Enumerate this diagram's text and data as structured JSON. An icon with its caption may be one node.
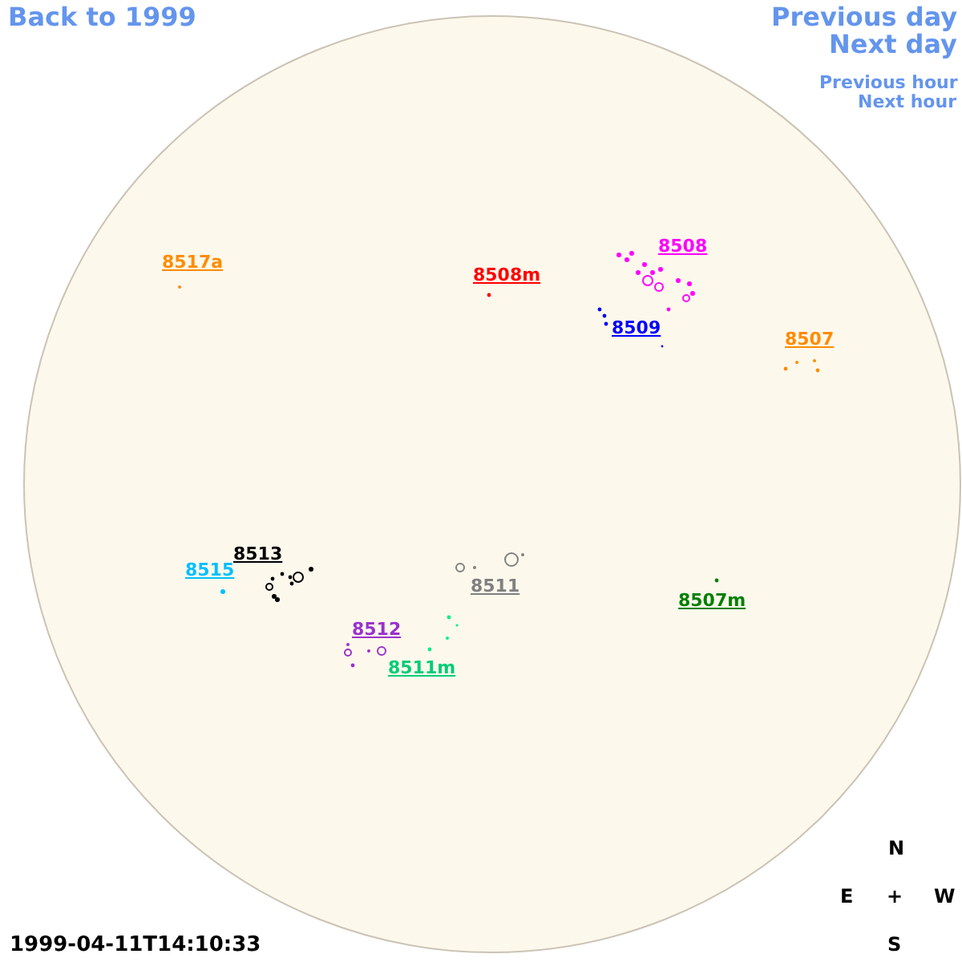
{
  "diagram": {
    "labels": [
      "Back to 1999",
      "Previous day",
      "Next day",
      "Previous hour",
      "Next hour",
      "8517a",
      "8508m",
      "8508",
      "8509",
      "8507",
      "8515",
      "8513",
      "8511",
      "8512",
      "8511m",
      "8507m",
      "N",
      "E",
      "+",
      "W",
      "1999-04-11T14:10:33",
      "S"
    ]
  }
}
